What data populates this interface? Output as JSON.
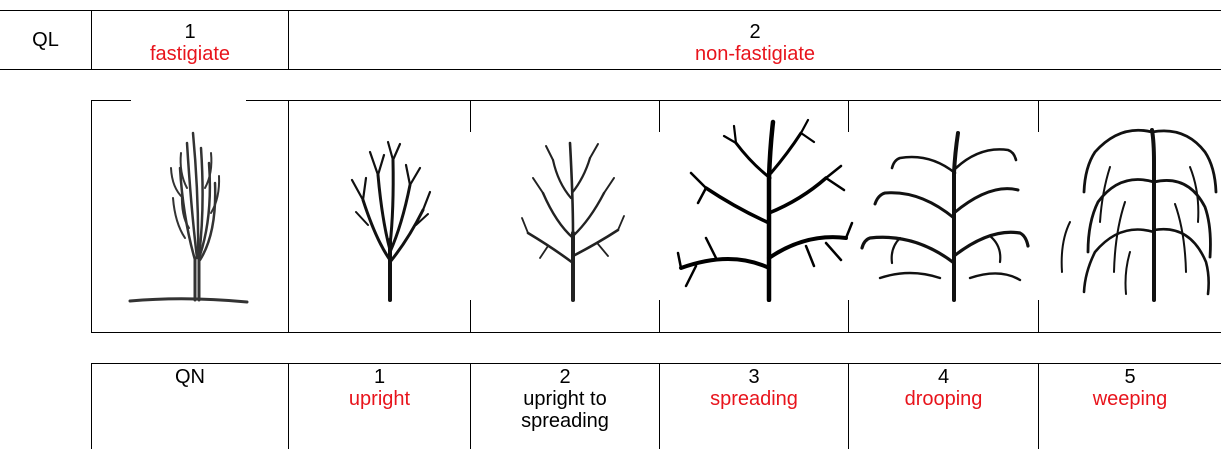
{
  "ql": {
    "label": "QL",
    "states": [
      {
        "num": "1",
        "name": "fastigiate"
      },
      {
        "num": "2",
        "name": "non-fastigiate"
      }
    ]
  },
  "qn": {
    "label": "QN",
    "states": [
      {
        "num": "1",
        "name": "upright",
        "highlight": true
      },
      {
        "num": "2",
        "name_lines": [
          "upright to",
          "spreading"
        ],
        "highlight": false
      },
      {
        "num": "3",
        "name": "spreading",
        "highlight": true
      },
      {
        "num": "4",
        "name": "drooping",
        "highlight": true
      },
      {
        "num": "5",
        "name": "weeping",
        "highlight": true
      }
    ]
  },
  "illustrations": [
    {
      "icon": "fastigiate-tree-icon"
    },
    {
      "icon": "upright-tree-icon"
    },
    {
      "icon": "upright-to-spreading-tree-icon"
    },
    {
      "icon": "spreading-tree-icon"
    },
    {
      "icon": "drooping-tree-icon"
    },
    {
      "icon": "weeping-tree-icon"
    }
  ],
  "colors": {
    "highlight": "#e8141c",
    "lines": "#000000"
  }
}
